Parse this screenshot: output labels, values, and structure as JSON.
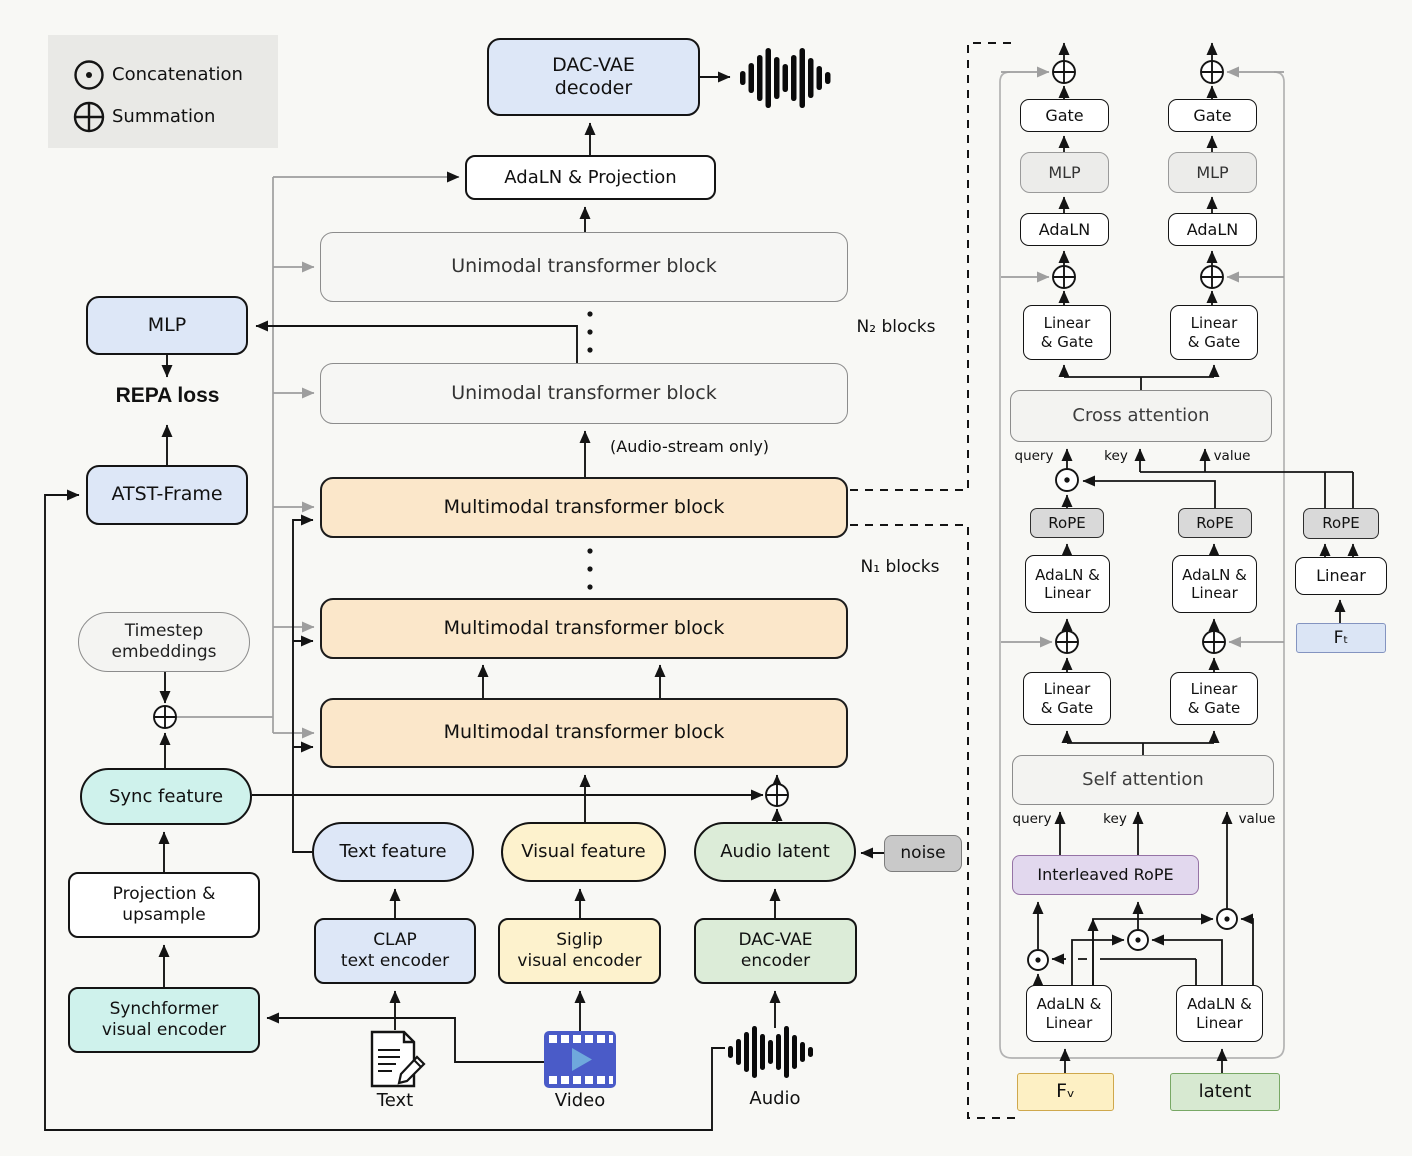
{
  "legend": {
    "concatenation": "Concatenation",
    "summation": "Summation"
  },
  "blocks": {
    "dac_vae_decoder": "DAC-VAE\ndecoder",
    "adaln_projection": "AdaLN & Projection",
    "unimodal_transformer_block": "Unimodal transformer block",
    "multimodal_transformer_block": "Multimodal transformer block",
    "mlp": "MLP",
    "repa_loss": "REPA loss",
    "atst_frame": "ATST-Frame",
    "timestep_embeddings": "Timestep\nembeddings",
    "sync_feature": "Sync feature",
    "projection_upsample": "Projection &\nupsample",
    "synchformer": "Synchformer\nvisual encoder"
  },
  "features": {
    "text_feature": "Text feature",
    "visual_feature": "Visual feature",
    "audio_latent": "Audio latent",
    "noise": "noise"
  },
  "encoders": {
    "clap": "CLAP\ntext encoder",
    "siglip": "Siglip\nvisual encoder",
    "dac_vae_encoder": "DAC-VAE\nencoder"
  },
  "inputs": {
    "text": "Text",
    "video": "Video",
    "audio": "Audio"
  },
  "annotations": {
    "n2_blocks": "N₂ blocks",
    "n1_blocks": "N₁ blocks",
    "audio_stream_only": "(Audio-stream only)"
  },
  "panel": {
    "gate": "Gate",
    "mlp": "MLP",
    "adaln": "AdaLN",
    "linear_gate": "Linear\n& Gate",
    "cross_attention": "Cross attention",
    "self_attention": "Self attention",
    "rope": "RoPE",
    "adaln_linear": "AdaLN &\nLinear",
    "interleaved_rope": "Interleaved RoPE",
    "query": "query",
    "key": "key",
    "value": "value",
    "fv": "Fᵥ",
    "latent": "latent"
  },
  "ft_branch": {
    "linear": "Linear",
    "ft": "Fₜ"
  },
  "colors": {
    "box_blue": "#dde7f7",
    "box_peach": "#fbe7ca",
    "box_teal": "#cff2ec",
    "box_yellow": "#fdf2cd",
    "box_green": "#dcecd8",
    "box_gray": "#f6f6f4",
    "rope_gray": "#d9d9d9",
    "interleaved_rope_purple": "#e2d8ee",
    "fv_yellow": "#fdf0c4",
    "latent_green": "#d7e9d1",
    "ft_blue": "#dbe5f5",
    "noise_gray": "#c9c9c9",
    "video_icon_blue": "#4a5bc8"
  },
  "icons": {
    "concatenation": "concatenation-icon",
    "summation": "summation-icon",
    "waveform": "audio-waveform-icon",
    "text_doc": "text-document-icon",
    "video": "video-icon"
  }
}
